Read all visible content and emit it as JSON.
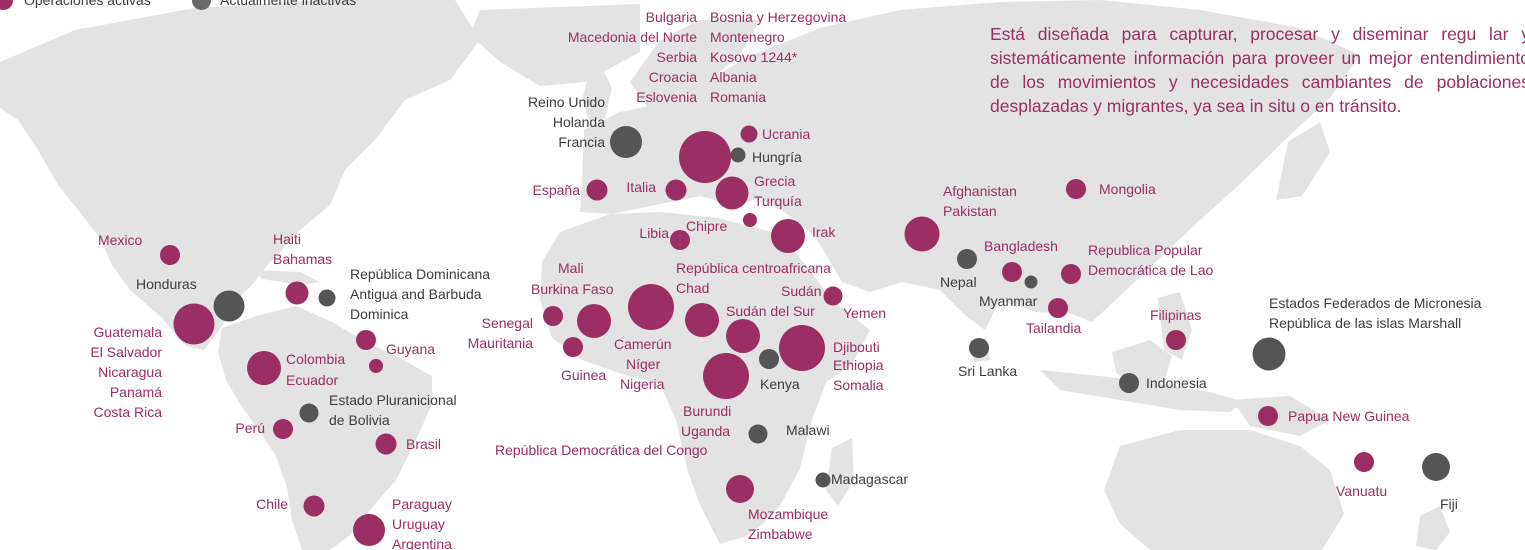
{
  "colors": {
    "active": "#9b2f63",
    "inactive": "#555555",
    "land": "#e3e3e3"
  },
  "legend": {
    "active_label": "Operaciones activas",
    "inactive_label": "Actualmente inactivas"
  },
  "description": "Está diseñada para capturar, procesar y diseminar regu lar y sistemáticamente información para proveer un mejor entendimiento de los movimientos y necesidades cambiantes de poblaciones desplazadas y migrantes, ya sea in situ  o en tránsito.",
  "labels": {
    "bulgaria": "Bulgaria",
    "bosnia": "Bosnia y Herzegovina",
    "macedonia": "Macedonia del Norte",
    "montenegro": "Montenegro",
    "serbia": "Serbia",
    "kosovo": "Kosovo 1244*",
    "croacia": "Croacia",
    "albania": "Albania",
    "eslovenia": "Eslovenia",
    "romania": "Romania",
    "reino_unido": "Reino Unido",
    "holanda": "Holanda",
    "francia": "Francia",
    "ucrania": "Ucrania",
    "hungria": "Hungría",
    "espana": "España",
    "italia": "Italia",
    "grecia": "Grecia",
    "turquia": "Turquía",
    "libia": "Libia",
    "chipre": "Chipre",
    "irak": "Irak",
    "afghanistan": "Afghanistan",
    "pakistan": "Pakistan",
    "mongolia": "Mongolia",
    "mexico": "Mexico",
    "haiti": "Haiti",
    "bahamas": "Bahamas",
    "honduras": "Honduras",
    "rep_dominicana": "República Dominicana",
    "antigua": "Antigua and Barbuda",
    "dominica": "Dominica",
    "mali": "Mali",
    "burkina": "Burkina Faso",
    "rep_centroafricana": "República centroafricana",
    "chad": "Chad",
    "sudan": "Sudán",
    "sudan_sur": "Sudán del Sur",
    "yemen": "Yemen",
    "senegal": "Senegal",
    "mauritania": "Mauritania",
    "camerun": "Camerún",
    "niger": "Níger",
    "nigeria": "Nigeria",
    "guinea": "Guinea",
    "djibouti": "Djibouti",
    "ethiopia": "Ethiopia",
    "somalia": "Somalia",
    "kenya": "Kenya",
    "bangladesh": "Bangladesh",
    "nepal": "Nepal",
    "myanmar": "Myanmar",
    "rep_lao_1": "Republica Popular",
    "rep_lao_2": "Democrática de Lao",
    "tailandia": "Tailandia",
    "filipinas": "Filipinas",
    "micronesia": "Estados Federados de Micronesia",
    "marshall": "República de las islas Marshall",
    "sri_lanka": "Sri Lanka",
    "indonesia": "Indonesia",
    "guatemala": "Guatemala",
    "el_salvador": "El Salvador",
    "nicaragua": "Nicaragua",
    "panama": "Panamá",
    "costa_rica": "Costa Rica",
    "colombia": "Colombia",
    "ecuador": "Ecuador",
    "guyana": "Guyana",
    "bolivia_1": "Estado Pluranicional",
    "bolivia_2": "de Bolivia",
    "peru": "Perú",
    "brasil": "Brasil",
    "burundi": "Burundi",
    "uganda": "Uganda",
    "rd_congo": "República Democrática del Congo",
    "malawi": "Malawi",
    "madagascar": "Madagascar",
    "mozambique": "Mozambique",
    "zimbabwe": "Zimbabwe",
    "papua": "Papua New Guinea",
    "vanuatu": "Vanuatu",
    "fiji": "Fiji",
    "chile": "Chile",
    "paraguay": "Paraguay",
    "uruguay": "Uruguay",
    "argentina": "Argentina"
  }
}
